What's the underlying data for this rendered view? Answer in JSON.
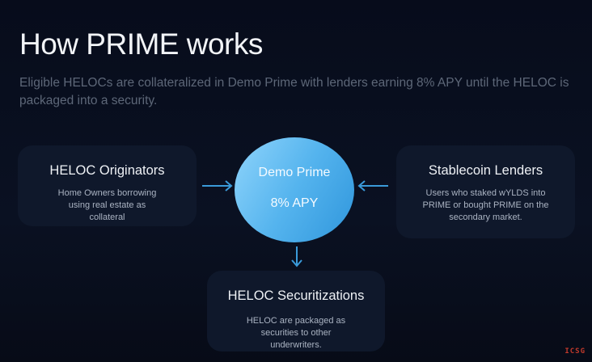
{
  "header": {
    "title": "How PRIME works",
    "subtitle": "Eligible HELOCs are collateralized in Demo Prime with lenders earning 8% APY until the HELOC is packaged into a security."
  },
  "center": {
    "name": "Demo Prime",
    "apy": "8% APY",
    "color": "#55b4ee"
  },
  "cards": [
    {
      "title": "HELOC Originators",
      "description": "Home Owners borrowing using real estate as collateral"
    },
    {
      "title": "Stablecoin Lenders",
      "description": "Users who staked wYLDS into PRIME or bought PRIME on the secondary market."
    },
    {
      "title": "HELOC Securitizations",
      "description": "HELOC are packaged as securities to other underwriters."
    }
  ],
  "watermark": "ICSG"
}
